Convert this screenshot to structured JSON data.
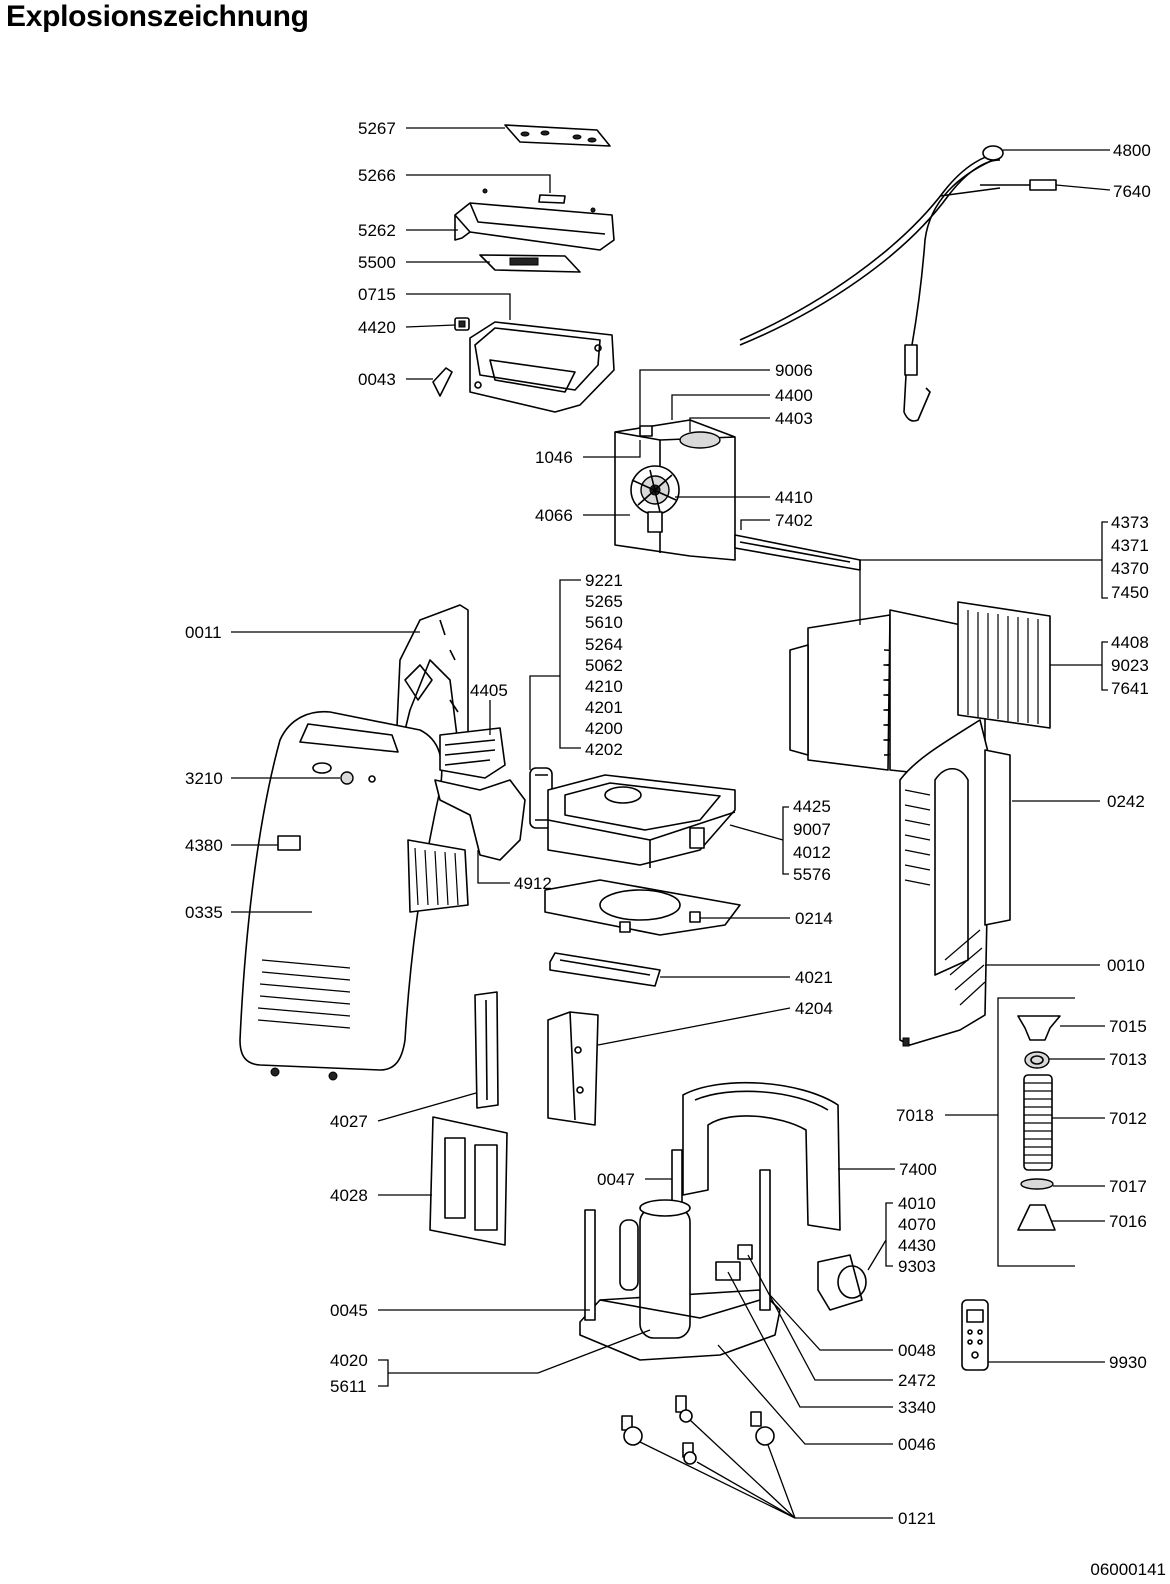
{
  "title": "Explosionszeichnung",
  "document_number": "06000141",
  "labels": {
    "l5267": "5267",
    "l5266": "5266",
    "l5262": "5262",
    "l5500": "5500",
    "l0715": "0715",
    "l4420": "4420",
    "l0043": "0043",
    "l4800": "4800",
    "l7640": "7640",
    "l9006": "9006",
    "l4400": "4400",
    "l4403": "4403",
    "l1046": "1046",
    "l4410": "4410",
    "l4066": "4066",
    "l7402": "7402",
    "l4373": "4373",
    "l4371": "4371",
    "l4370": "4370",
    "l7450": "7450",
    "l9221": "9221",
    "l5265": "5265",
    "l5610": "5610",
    "l5264": "5264",
    "l5062": "5062",
    "l4210": "4210",
    "l4201": "4201",
    "l4200": "4200",
    "l4202": "4202",
    "l0011": "0011",
    "l4405": "4405",
    "l4408": "4408",
    "l9023": "9023",
    "l7641": "7641",
    "l3210": "3210",
    "l4425": "4425",
    "l9007": "9007",
    "l4012": "4012",
    "l5576": "5576",
    "l0242": "0242",
    "l4380": "4380",
    "l4912": "4912",
    "l0335": "0335",
    "l0214": "0214",
    "l0010": "0010",
    "l4021": "4021",
    "l4204": "4204",
    "l7015": "7015",
    "l7013": "7013",
    "l4027": "4027",
    "l7018": "7018",
    "l7012": "7012",
    "l4028": "4028",
    "l0047": "0047",
    "l7400": "7400",
    "l7017": "7017",
    "l4010": "4010",
    "l4070": "4070",
    "l4430": "4430",
    "l9303": "9303",
    "l7016": "7016",
    "l0045": "0045",
    "l0048": "0048",
    "l4020": "4020",
    "l5611": "5611",
    "l9930": "9930",
    "l2472": "2472",
    "l3340": "3340",
    "l0046": "0046",
    "l0121": "0121"
  }
}
